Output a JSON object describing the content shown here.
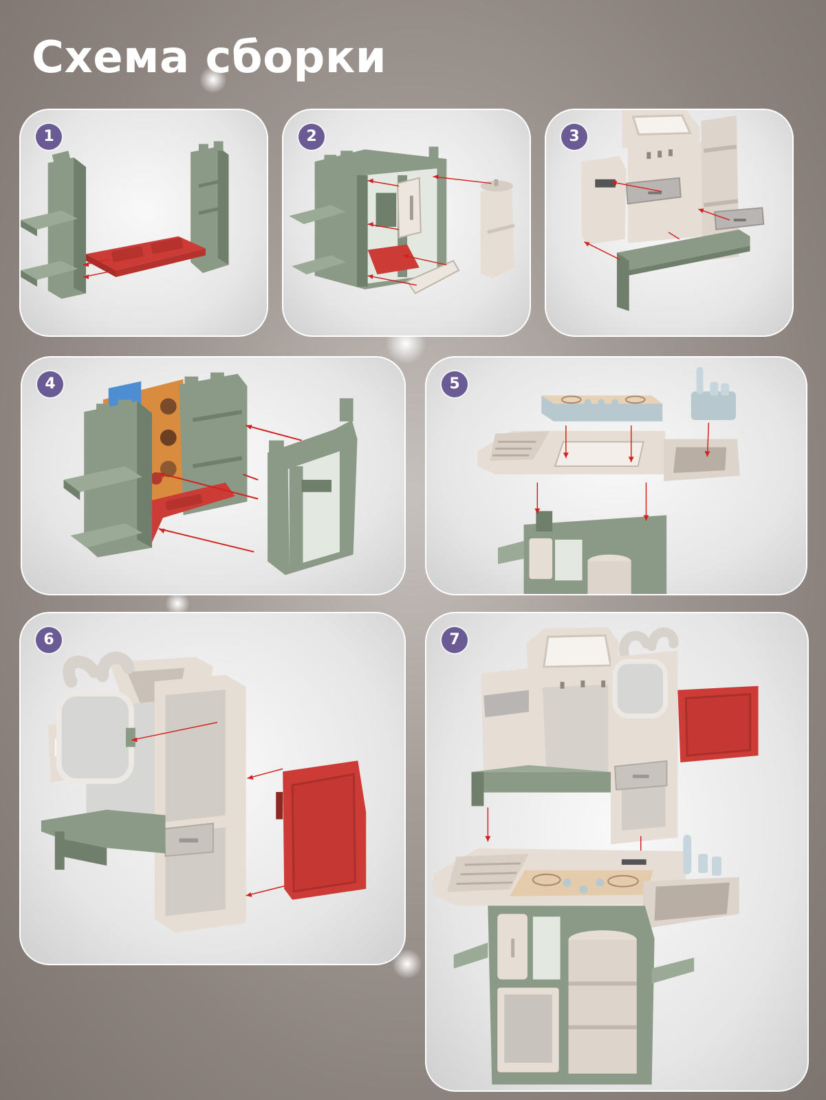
{
  "page": {
    "title": "Схема сборки"
  },
  "colors": {
    "green": "#8a9a86",
    "green_dark": "#6f7f6b",
    "beige": "#e6ddd5",
    "beige_dark": "#cfc5bb",
    "red": "#cc3b35",
    "badge": "#6b5b95",
    "arrow": "#d0221f"
  },
  "steps": [
    {
      "number": "1"
    },
    {
      "number": "2"
    },
    {
      "number": "3"
    },
    {
      "number": "4"
    },
    {
      "number": "5"
    },
    {
      "number": "6"
    },
    {
      "number": "7"
    }
  ]
}
